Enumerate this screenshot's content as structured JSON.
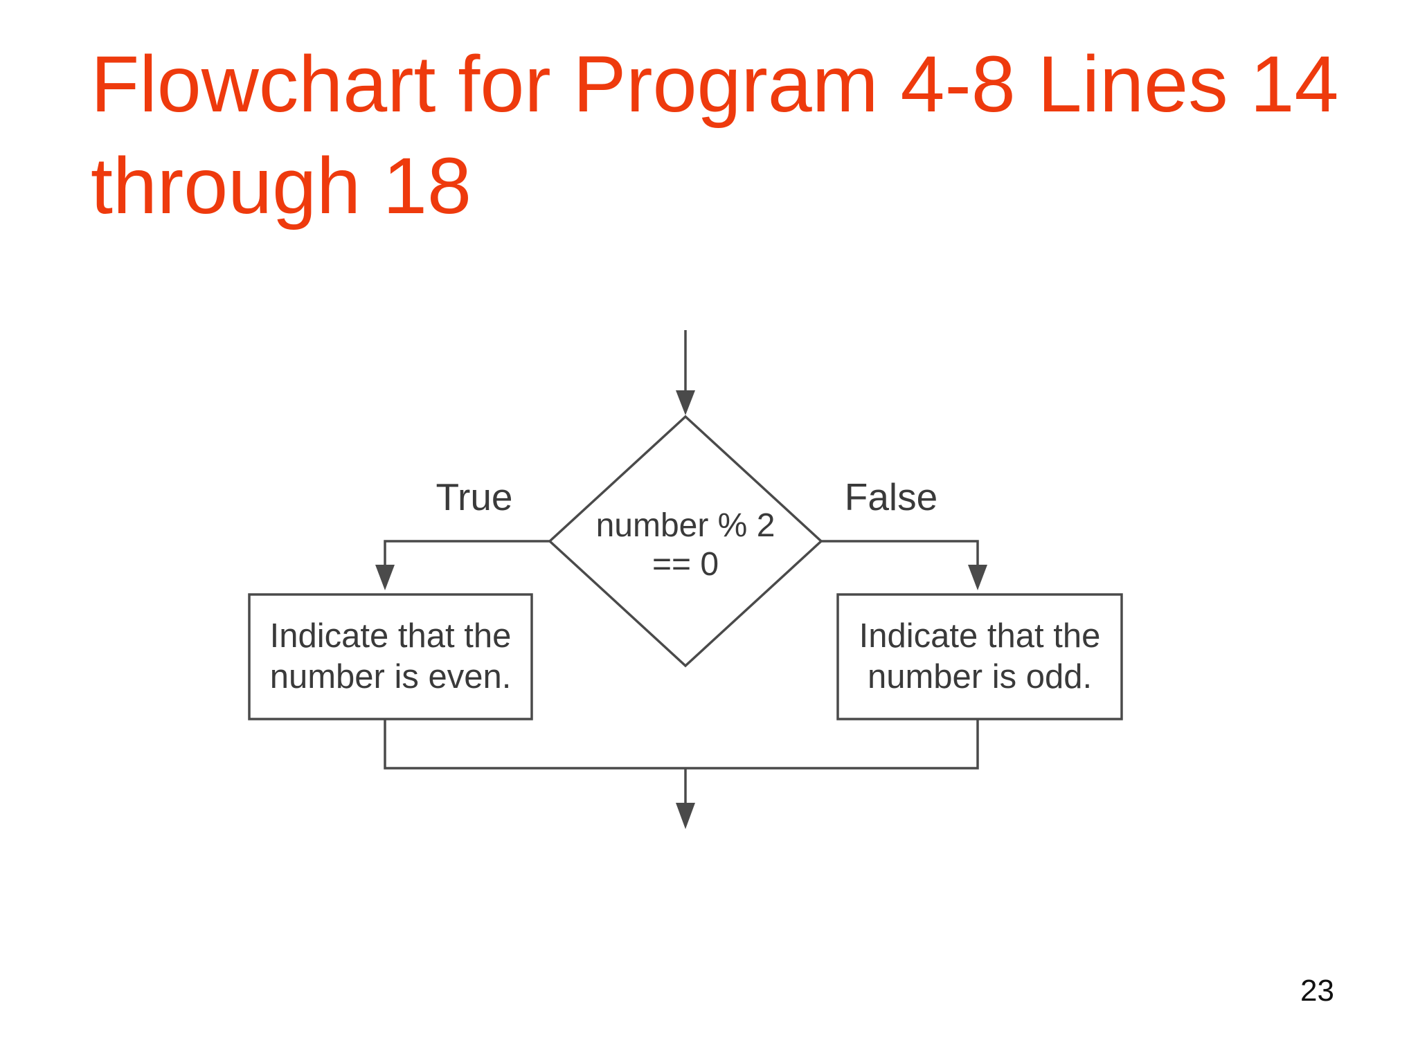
{
  "slide": {
    "title": {
      "line1": "Flowchart for Program 4-8 Lines 14",
      "line2": "through 18"
    },
    "page_number": "23"
  },
  "flowchart": {
    "decision": {
      "line1": "number % 2",
      "line2": "== 0"
    },
    "true_label": "True",
    "false_label": "False",
    "true_box": {
      "line1": "Indicate that the",
      "line2": "number is even."
    },
    "false_box": {
      "line1": "Indicate that the",
      "line2": "number is odd."
    }
  },
  "colors": {
    "title": "#ee3a0d",
    "line": "#4a4a4a",
    "text": "#3a3a3a",
    "background": "#ffffff"
  }
}
